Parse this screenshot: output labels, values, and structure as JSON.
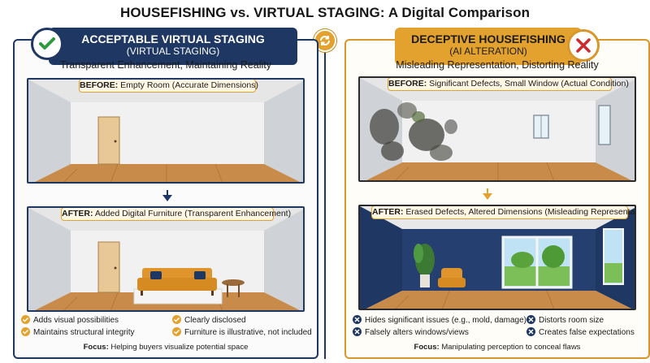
{
  "title": "HOUSEFISHING vs. VIRTUAL STAGING: A Digital Comparison",
  "left": {
    "banner_line1": "ACCEPTABLE VIRTUAL STAGING",
    "banner_line2": "(VIRTUAL STAGING)",
    "subtitle": "Transparent Enhancement, Maintaining Reality",
    "before_label": "BEFORE:",
    "before_text": " Empty Room (Accurate Dimensions)",
    "after_label": "AFTER:",
    "after_text": " Added Digital Furniture (Transparent Enhancement)",
    "points": [
      "Adds visual possibilities",
      "Clearly disclosed",
      "Maintains structural integrity",
      "Furniture is illustrative, not included"
    ],
    "focus_label": "Focus:",
    "focus_text": " Helping buyers visualize potential space"
  },
  "right": {
    "banner_line1": "DECEPTIVE HOUSEFISHING",
    "banner_line2": "(AI ALTERATION)",
    "subtitle": "Misleading Representation, Distorting Reality",
    "before_label": "BEFORE:",
    "before_text": " Significant Defects, Small Window (Actual Condition)",
    "after_label": "AFTER:",
    "after_text": " Erased Defects, Altered Dimensions (Misleading Representation)",
    "points": [
      "Hides significant issues (e.g., mold, damage)",
      "Distorts room size",
      "Falsely alters windows/views",
      "Creates false expectations"
    ],
    "focus_label": "Focus:",
    "focus_text": " Manipulating perception to conceal flaws"
  },
  "colors": {
    "navy": "#1f3763",
    "gold": "#e3a12e",
    "floor": "#c98b4a"
  },
  "icons": {
    "left_badge": "check-icon",
    "right_badge": "x-icon",
    "center": "swap-arrows-icon"
  }
}
